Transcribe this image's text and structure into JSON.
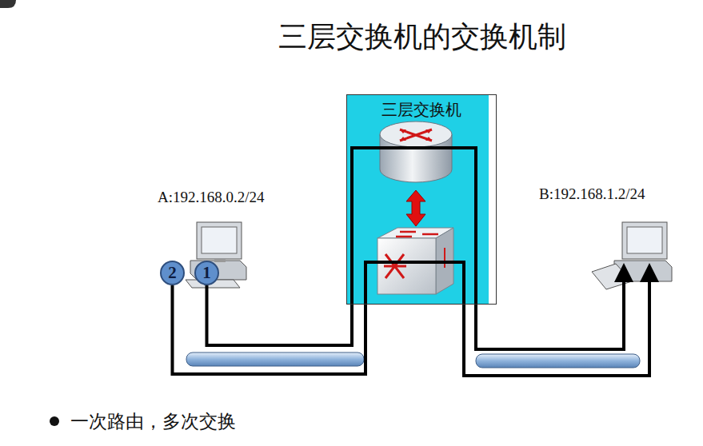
{
  "diagram": {
    "title": "三层交换机的交换机制",
    "nodes": [
      {
        "text": [
          "三层交换机"
        ]
      },
      {
        "text": [
          "A:192.168.0.2/24"
        ]
      },
      {
        "text": [
          "2"
        ]
      },
      {
        "text": [
          "1"
        ]
      },
      {
        "text": [
          "B:192.168.1.2/24"
        ]
      }
    ],
    "edges": [
      {
        "from": 3,
        "to": 4,
        "arrow": "to"
      },
      {
        "from": 2,
        "to": 4,
        "arrow": "to"
      }
    ],
    "labels": [
      "一次路由，多次交换"
    ]
  }
}
